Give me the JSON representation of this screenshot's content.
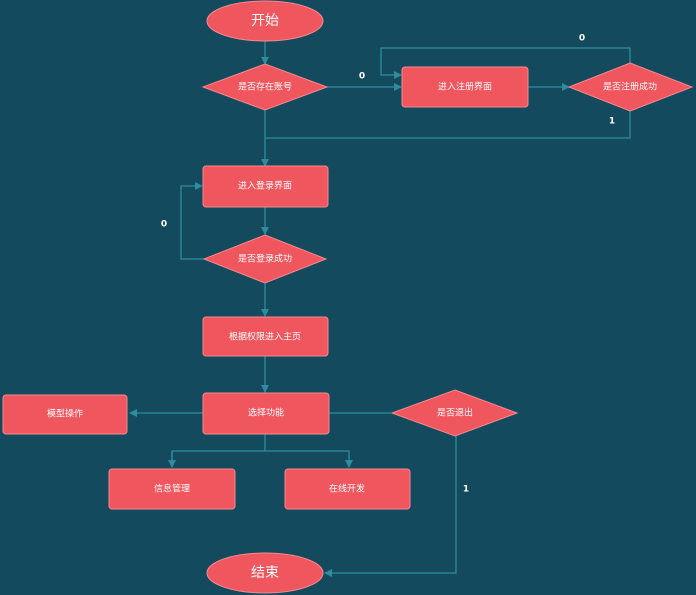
{
  "colors": {
    "background": "#134a5e",
    "node_fill": "#f0565e",
    "node_border": "#f7888d",
    "edge": "#2f8c9e",
    "text": "#ffffff"
  },
  "nodes": {
    "start": "开始",
    "has_account": "是否存在账号",
    "enter_register": "进入注册界面",
    "register_success": "是否注册成功",
    "enter_login": "进入登录界面",
    "login_success": "是否登录成功",
    "home_by_permission": "根据权限进入主页",
    "select_function": "选择功能",
    "model_operation": "模型操作",
    "info_management": "信息管理",
    "online_development": "在线开发",
    "exit": "是否退出",
    "end": "结束"
  },
  "edge_labels": {
    "has_account_no": "0",
    "register_retry": "0",
    "register_done": "1",
    "login_retry": "0",
    "exit_yes": "1"
  }
}
